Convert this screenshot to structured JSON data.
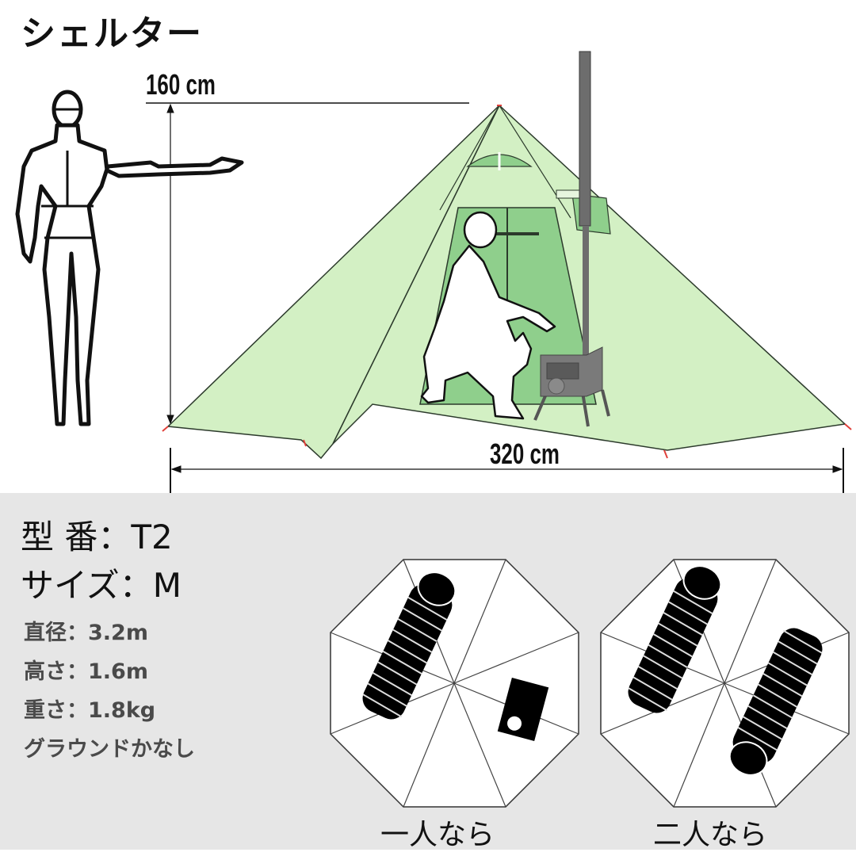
{
  "title": "シェルター",
  "dimensions": {
    "height_label": "160 cm",
    "width_label": "320 cm"
  },
  "specs": {
    "model": "型 番：T2",
    "size": "サイズ：M",
    "diameter": "直径：3.2m",
    "height": "高さ：1.6m",
    "weight": "重さ：1.8kg",
    "note": "グラウンドかなし"
  },
  "layouts": [
    {
      "caption": "一人なら",
      "contents": [
        "sleeping-bag",
        "stove"
      ]
    },
    {
      "caption": "二人なら",
      "contents": [
        "sleeping-bag",
        "sleeping-bag"
      ]
    }
  ],
  "colors": {
    "tent_outer": "#d3f0c4",
    "tent_inner": "#8fcf8c",
    "panel_bg": "#e6e6e6",
    "stake_red": "#e0403a"
  }
}
